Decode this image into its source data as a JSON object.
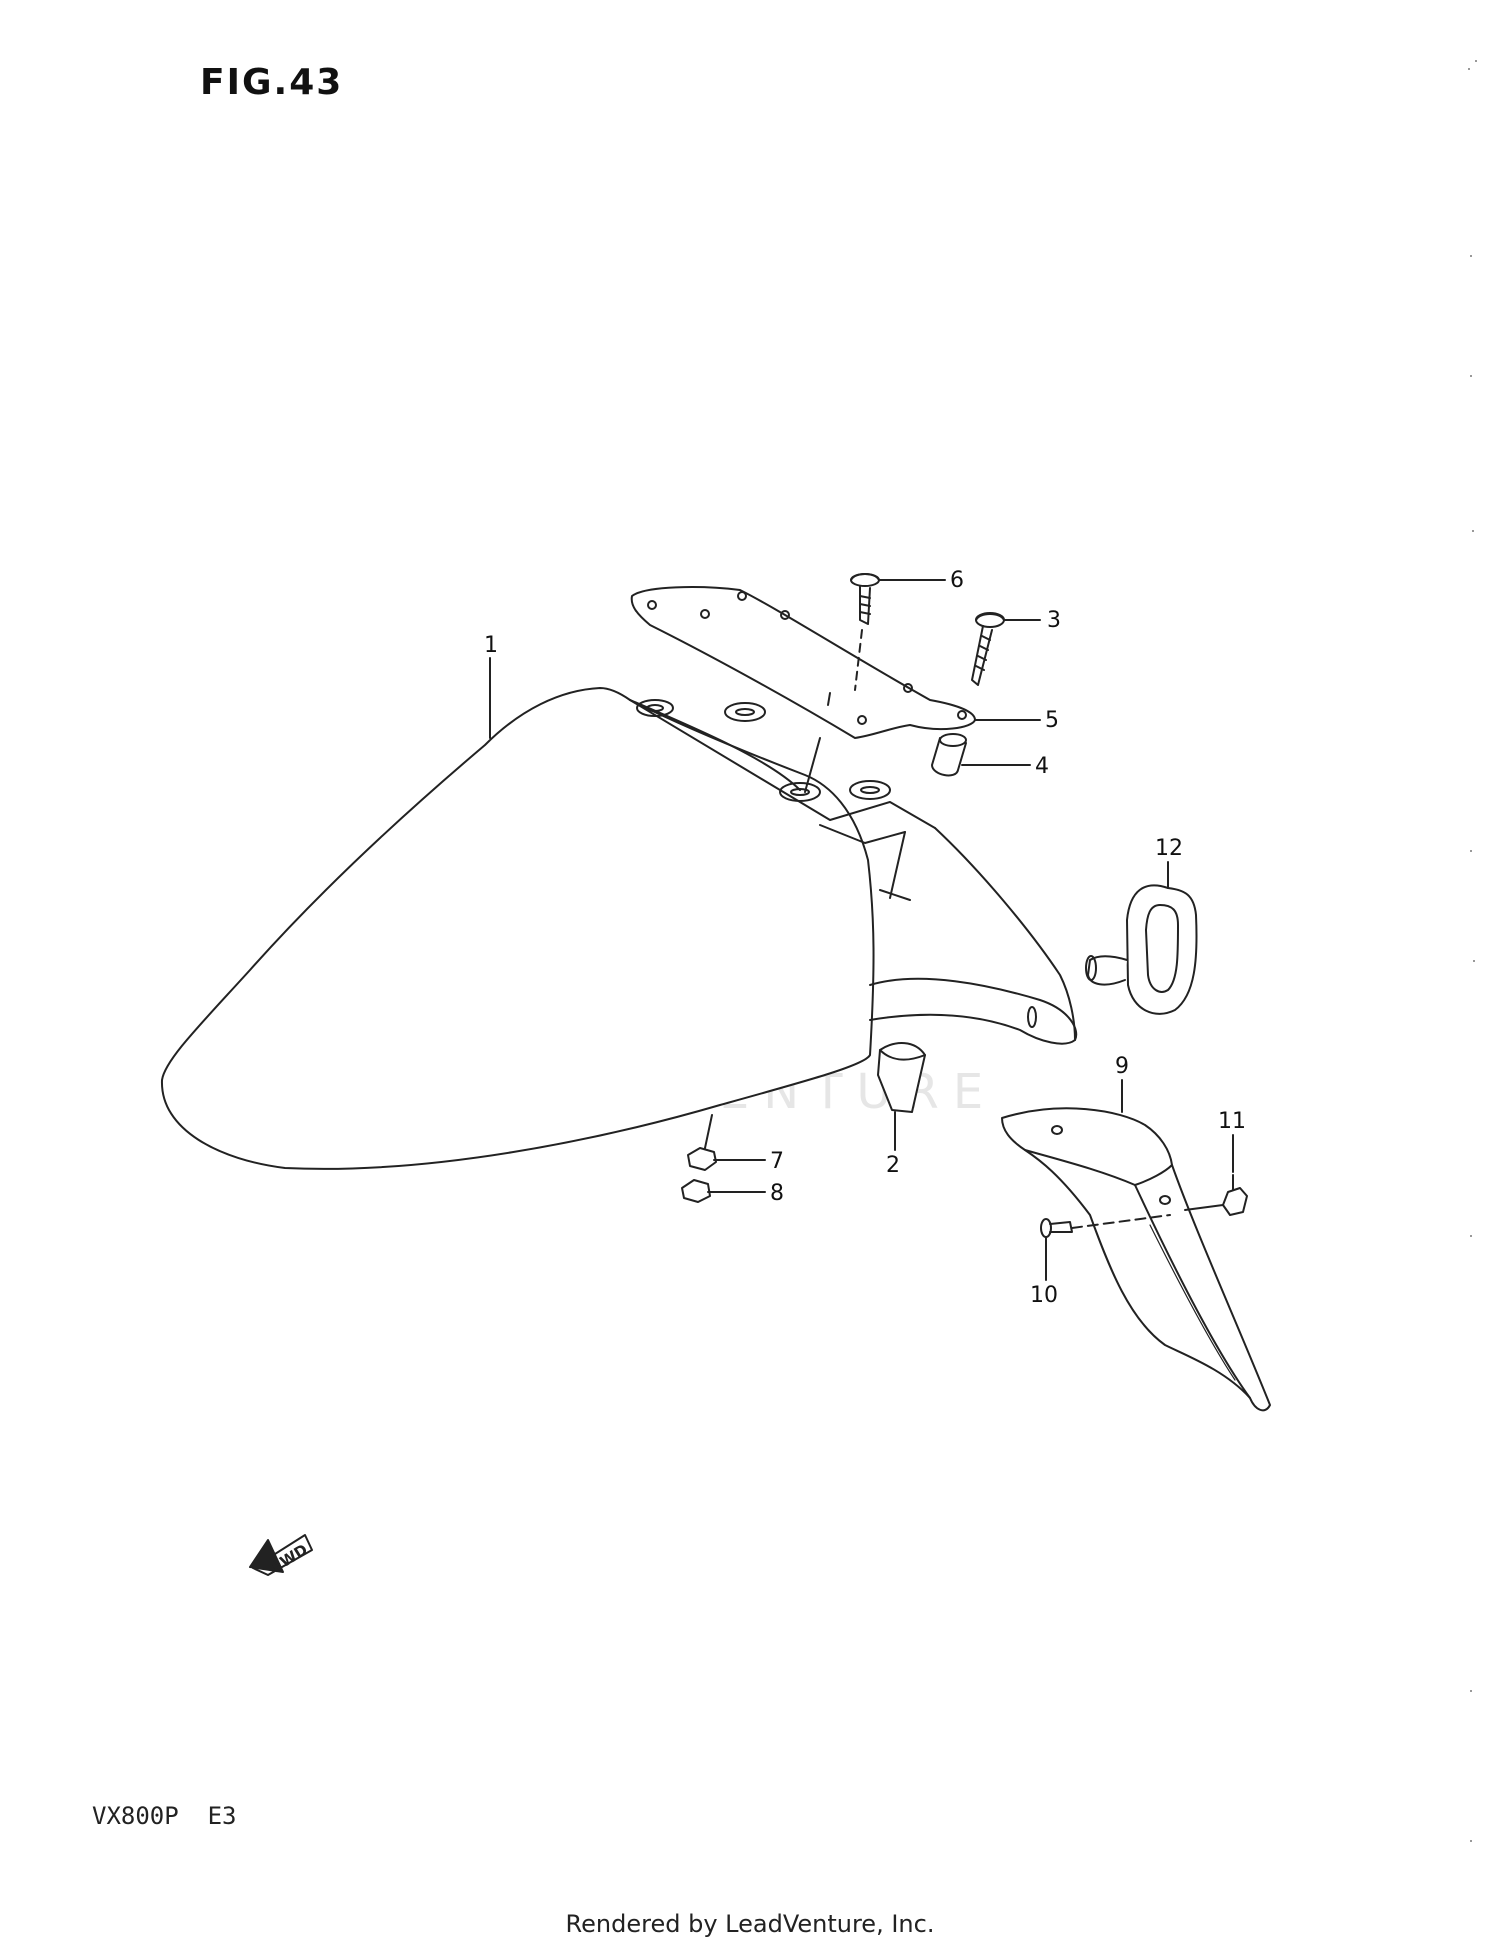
{
  "figure": {
    "title": "FIG.43"
  },
  "model": {
    "code": "VX800P  E3"
  },
  "footer": {
    "credit": "Rendered by LeadVenture, Inc."
  },
  "watermark": {
    "text": "LEADVENTURE"
  },
  "forward_marker": {
    "text": "FWD"
  },
  "callouts": {
    "c1": "1",
    "c2": "2",
    "c3": "3",
    "c4": "4",
    "c5": "5",
    "c6": "6",
    "c7": "7",
    "c8": "8",
    "c9": "9",
    "c10": "10",
    "c11": "11",
    "c12": "12"
  },
  "colors": {
    "line": "#222222",
    "watermark": "#e6e6e6",
    "background": "#ffffff"
  }
}
